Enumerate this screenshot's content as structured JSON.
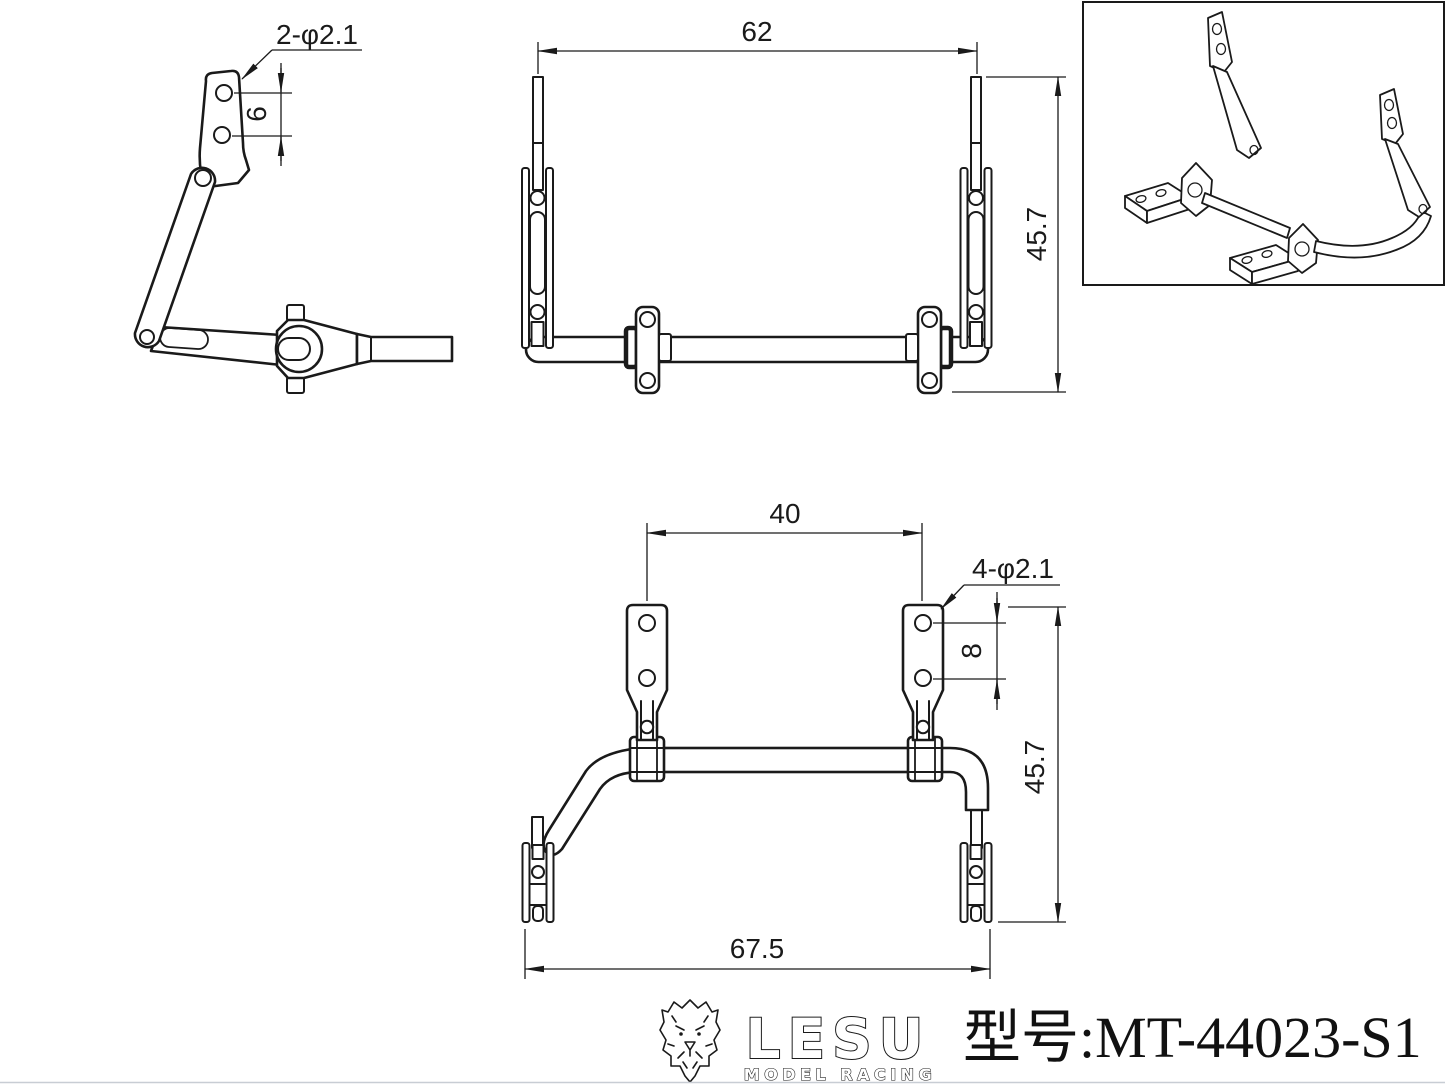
{
  "drawing": {
    "background": "#ffffff",
    "line_color": "#1a1a1a",
    "kind": "technical-drawing"
  },
  "views": {
    "side": {
      "label_holes": "2-φ2.1",
      "dim_hole_spacing": "6"
    },
    "front": {
      "dim_width": "62",
      "dim_height": "45.7"
    },
    "top": {
      "dim_bracket_spacing": "40",
      "label_holes": "4-φ2.1",
      "dim_hole_spacing": "8",
      "dim_height": "45.7",
      "dim_overall_width": "67.5"
    }
  },
  "footer": {
    "brand": "LESU",
    "brand_subtitle": "MODEL RACING",
    "model_label": "型号:MT-44023-S1"
  }
}
